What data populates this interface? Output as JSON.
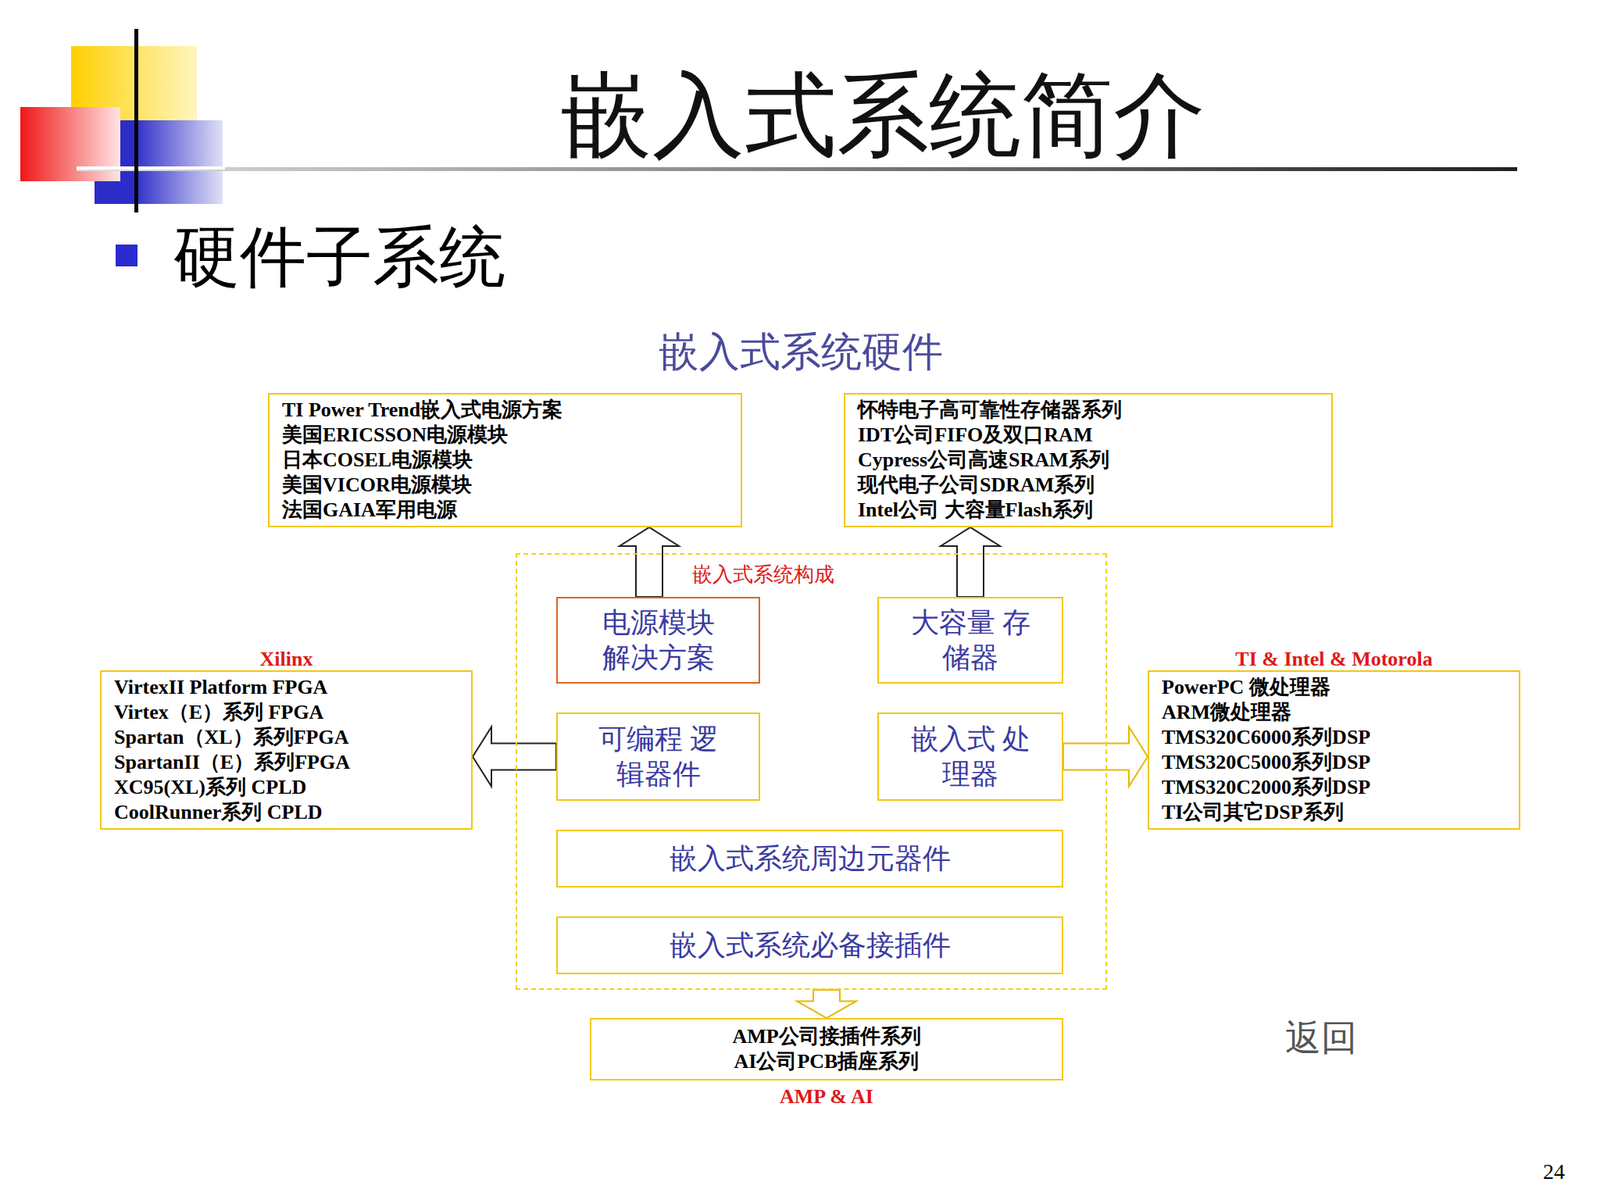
{
  "diagram": {
    "title": "嵌入式系统简介",
    "nodes": [
      {
        "text": [
          "TI Power Trend嵌入式电源方案",
          "美国ERICSSON电源模块",
          "日本COSEL电源模块",
          "美国VICOR电源模块",
          "法国GAIA军用电源"
        ]
      },
      {
        "text": [
          "怀特电子高可靠性存储器系列",
          "IDT公司FIFO及双口RAM",
          "Cypress公司高速SRAM系列",
          "现代电子公司SDRAM系列",
          "Intel公司 大容量Flash系列"
        ]
      },
      {
        "text": [
          "嵌入式系统构成"
        ]
      },
      {
        "text": [
          "电源模块 解决方案"
        ],
        "in": 2
      },
      {
        "text": [
          "大容量 存储器"
        ],
        "in": 2
      },
      {
        "text": [
          "可编程 逻辑器件"
        ],
        "in": 2
      },
      {
        "text": [
          "嵌入式 处理器"
        ],
        "in": 2
      },
      {
        "text": [
          "嵌入式系统周边元器件"
        ],
        "in": 2
      },
      {
        "text": [
          "嵌入式系统必备接插件"
        ],
        "in": 2
      },
      {
        "text": [
          "Xilinx",
          "VirtexII Platform FPGA",
          "Virtex（E）系列 FPGA",
          "Spartan（XL）系列FPGA",
          "SpartanII（E）系列FPGA",
          "XC95(XL)系列 CPLD",
          "CoolRunner系列 CPLD"
        ]
      },
      {
        "text": [
          "TI & Intel & Motorola",
          "PowerPC 微处理器",
          "ARM微处理器",
          "TMS320C6000系列DSP",
          "TMS320C5000系列DSP",
          "TMS320C2000系列DSP",
          "TI公司其它DSP系列"
        ]
      },
      {
        "text": [
          "AMP公司接插件系列",
          "AI公司PCB插座系列",
          "AMP & AI"
        ]
      }
    ],
    "edges": [
      {
        "from": 3,
        "to": 0,
        "arrow": "to"
      },
      {
        "from": 4,
        "to": 1,
        "arrow": "to"
      },
      {
        "from": 5,
        "to": 9,
        "arrow": "to"
      },
      {
        "from": 6,
        "to": 10,
        "arrow": "to"
      },
      {
        "from": 2,
        "to": 11,
        "arrow": "to"
      }
    ],
    "labels": [
      "硬件子系统",
      "嵌入式系统硬件",
      "返回",
      "24"
    ]
  }
}
